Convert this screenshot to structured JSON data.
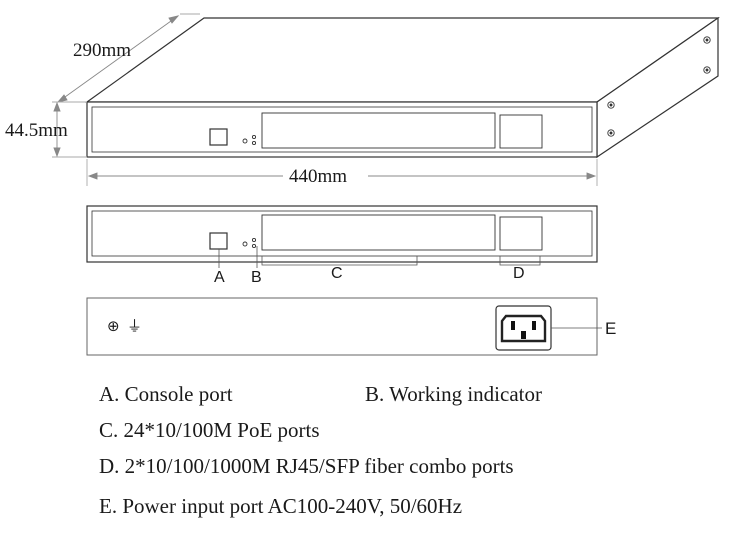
{
  "dimensions": {
    "depth": "290mm",
    "height": "44.5mm",
    "width": "440mm"
  },
  "callouts": {
    "a": "A",
    "b": "B",
    "c": "C",
    "d": "D",
    "e": "E"
  },
  "legend": {
    "a": "A. Console port",
    "b": "B. Working indicator",
    "c": "C. 24*10/100M PoE ports",
    "d": "D. 2*10/100/1000M RJ45/SFP fiber combo ports",
    "e": "E. Power input port AC100-240V, 50/60Hz"
  },
  "rear_panel_symbols": {
    "screw": "⊕",
    "ground": "⏚"
  }
}
